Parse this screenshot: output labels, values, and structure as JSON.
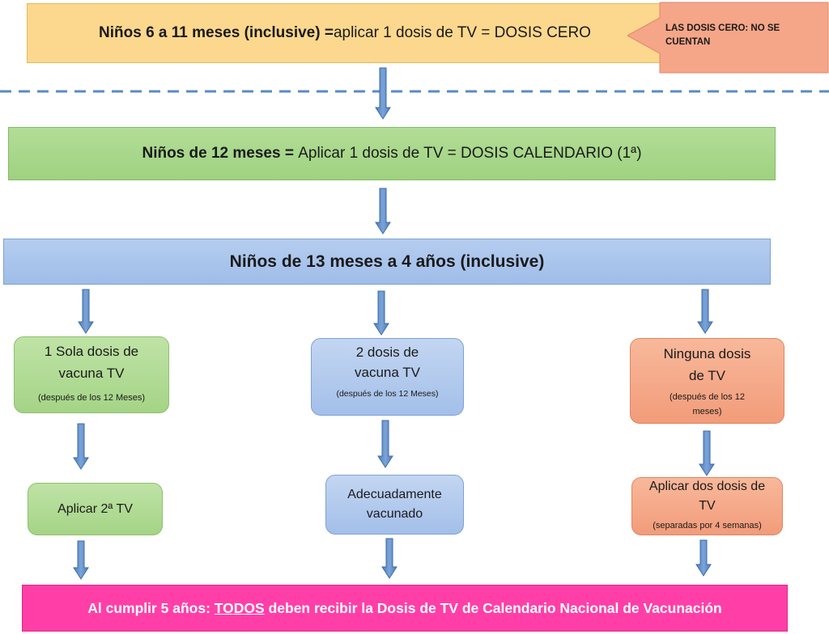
{
  "top": {
    "bold": "Niños 6 a 11 meses (inclusive) =",
    "rest": "aplicar 1 dosis de TV = DOSIS CERO"
  },
  "callout": {
    "text": "LAS DOSIS CERO: NO SE CUENTAN"
  },
  "row12": {
    "bold": "Niños de 12 meses = ",
    "rest": "Aplicar 1 dosis de TV = DOSIS CALENDARIO (1ª)"
  },
  "row13": {
    "title": "Niños de 13 meses a 4 años (inclusive)"
  },
  "branches": {
    "left": {
      "title": "1 Sola dosis de vacuna  TV",
      "note": "(después de los 12 Meses)",
      "action": "Aplicar 2ª  TV"
    },
    "middle": {
      "title": "2 dosis de vacuna TV",
      "note": "(después de los 12 Meses)",
      "action": "Adecuadamente vacunado"
    },
    "right": {
      "title": "Ninguna dosis de TV",
      "note": "(después de los 12 meses)",
      "action": "Aplicar dos dosis de TV",
      "action_note": "(separadas por 4 semanas)"
    }
  },
  "footer": {
    "prefix": "Al cumplir 5 años: ",
    "emphasis": "TODOS",
    "suffix": " deben recibir la Dosis de TV de Calendario Nacional de Vacunación"
  },
  "colors": {
    "orange": "#fcd78c",
    "green": "#a9d78b",
    "blue": "#a7c3ec",
    "salmon": "#f4a483",
    "magenta": "#ff3fa7",
    "arrow": "#5b8ac6",
    "dash": "#5b8ac6"
  }
}
